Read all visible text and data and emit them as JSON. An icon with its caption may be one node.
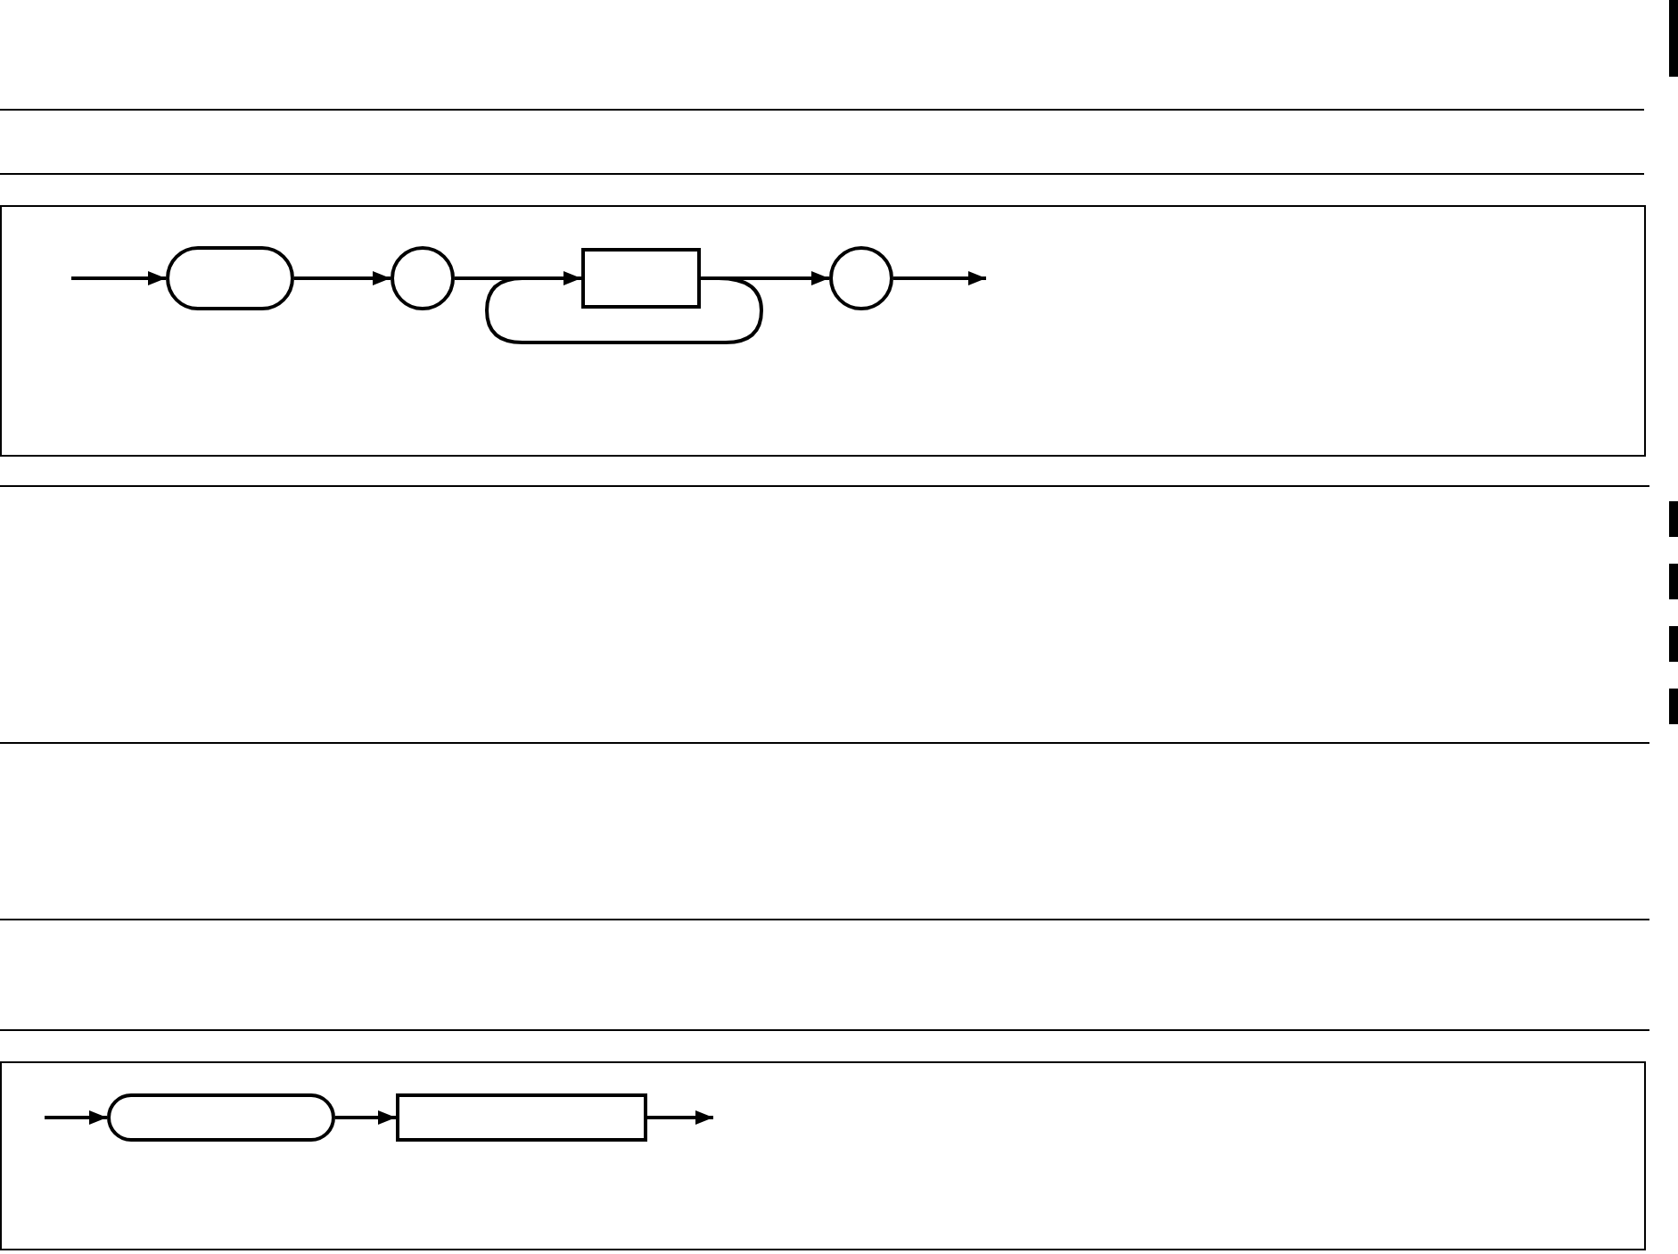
{
  "diagram": {
    "nodes": [
      {
        "text": [],
        "shape": "capsule"
      },
      {
        "text": [],
        "shape": "circle"
      },
      {
        "text": [],
        "shape": "box"
      },
      {
        "text": [],
        "shape": "circle"
      },
      {
        "text": [],
        "shape": "capsule"
      },
      {
        "text": [],
        "shape": "box"
      }
    ],
    "edges": [
      {
        "from": null,
        "to": 0,
        "arrow": "to"
      },
      {
        "from": 0,
        "to": 1,
        "arrow": "to"
      },
      {
        "from": 1,
        "to": 2,
        "arrow": "to"
      },
      {
        "from": 2,
        "to": 3,
        "arrow": "to"
      },
      {
        "from": 3,
        "to": null,
        "arrow": "to"
      },
      {
        "from": 2,
        "to": 2,
        "arrow": "none"
      },
      {
        "from": null,
        "to": 4,
        "arrow": "to"
      },
      {
        "from": 4,
        "to": 5,
        "arrow": "to"
      },
      {
        "from": 5,
        "to": null,
        "arrow": "to"
      }
    ]
  }
}
